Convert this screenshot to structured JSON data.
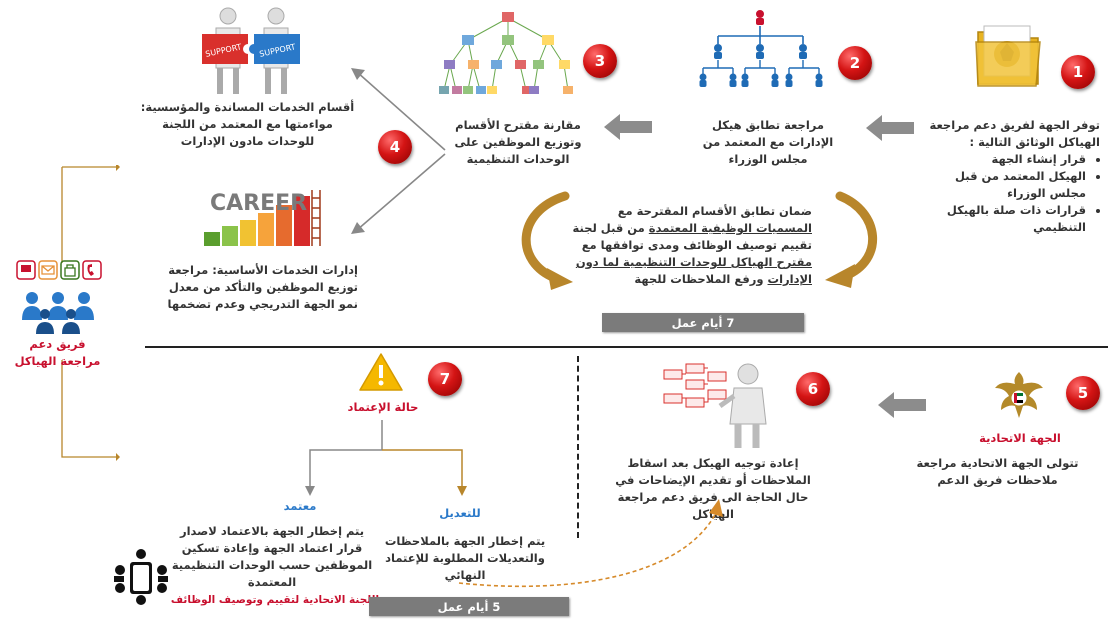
{
  "steps": {
    "s1": {
      "number": "1",
      "intro": "توفر الجهة لفريق دعم مراجعة الهياكل الوثائق التالية :",
      "bullets": [
        "قرار إنشاء الجهة",
        "الهيكل المعتمد من قبل مجلس الوزراء",
        "قرارات ذات صلة بالهيكل التنظيمي"
      ]
    },
    "s2": {
      "number": "2",
      "text": "مراجعة تطابق هيكل الإدارات مع المعتمد من مجلس الوزراء"
    },
    "s3": {
      "number": "3",
      "text": "مقارنة مقترح الأقسام وتوزيع الموظفين على الوحدات التنظيمية"
    },
    "s4": {
      "number": "4",
      "support_text": "أقسام الخدمات المساندة والمؤسسية: مواءمتها مع المعتمد من اللجنة للوحدات مادون الإدارات",
      "core_text": "إدارات الخدمات الأساسية: مراجعة توزيع الموظفين والتأكد من معدل نمو الجهة التدريجي وعدم تضخمها",
      "career_word": "CAREER",
      "support_word": "SUPPORT"
    },
    "s5": {
      "number": "5",
      "title": "الجهة الاتحادية",
      "text": "تتولى الجهة الاتحادية مراجعة ملاحظات فريق الدعم"
    },
    "s6": {
      "number": "6",
      "text": "إعادة توجيه الهيكل بعد اسقاط الملاحظات أو تقديم الإيضاحات في حال الحاجة الى فريق دعم مراجعة الهياكل"
    },
    "s7": {
      "number": "7",
      "title": "حالة الإعتماد"
    }
  },
  "center_note": {
    "p1": "ضمان تطابق الأقسام المقترحة مع",
    "p2": "المسميات الوظيفية المعتمدة",
    "p3": "من قبل لجنة تقييم توصيف الوظائف ومدى توافقها مع",
    "p4": "مقترح الهياكل للوحدات التنظيمية لما دون الإدارات",
    "p5": "ورفع الملاحظات للجهة"
  },
  "durations": {
    "top": "7 أيام عمل",
    "bottom": "5 أيام عمل"
  },
  "branches": {
    "amend_title": "للتعديل",
    "amend_text": "يتم إخطار الجهة بالملاحظات والتعديلات المطلوبة للإعتماد النهائي",
    "approved_title": "معتمد",
    "approved_text": "يتم إخطار الجهة بالاعتماد لاصدار قرار اعتماد الجهة وإعادة تسكين الموظفين حسب الوحدات التنظيمية المعتمدة",
    "committee": "اللجنة الاتحادية لتقييم وتوصيف الوظائف"
  },
  "team": {
    "line1": "فريق دعم",
    "line2": "مراجعة الهياكل"
  },
  "colors": {
    "accent_red": "#c8102e",
    "gold": "#b8862b",
    "arrow_gray": "#8c8c8c",
    "blue": "#2a79c9",
    "team_blue": "#1f6bb5"
  }
}
